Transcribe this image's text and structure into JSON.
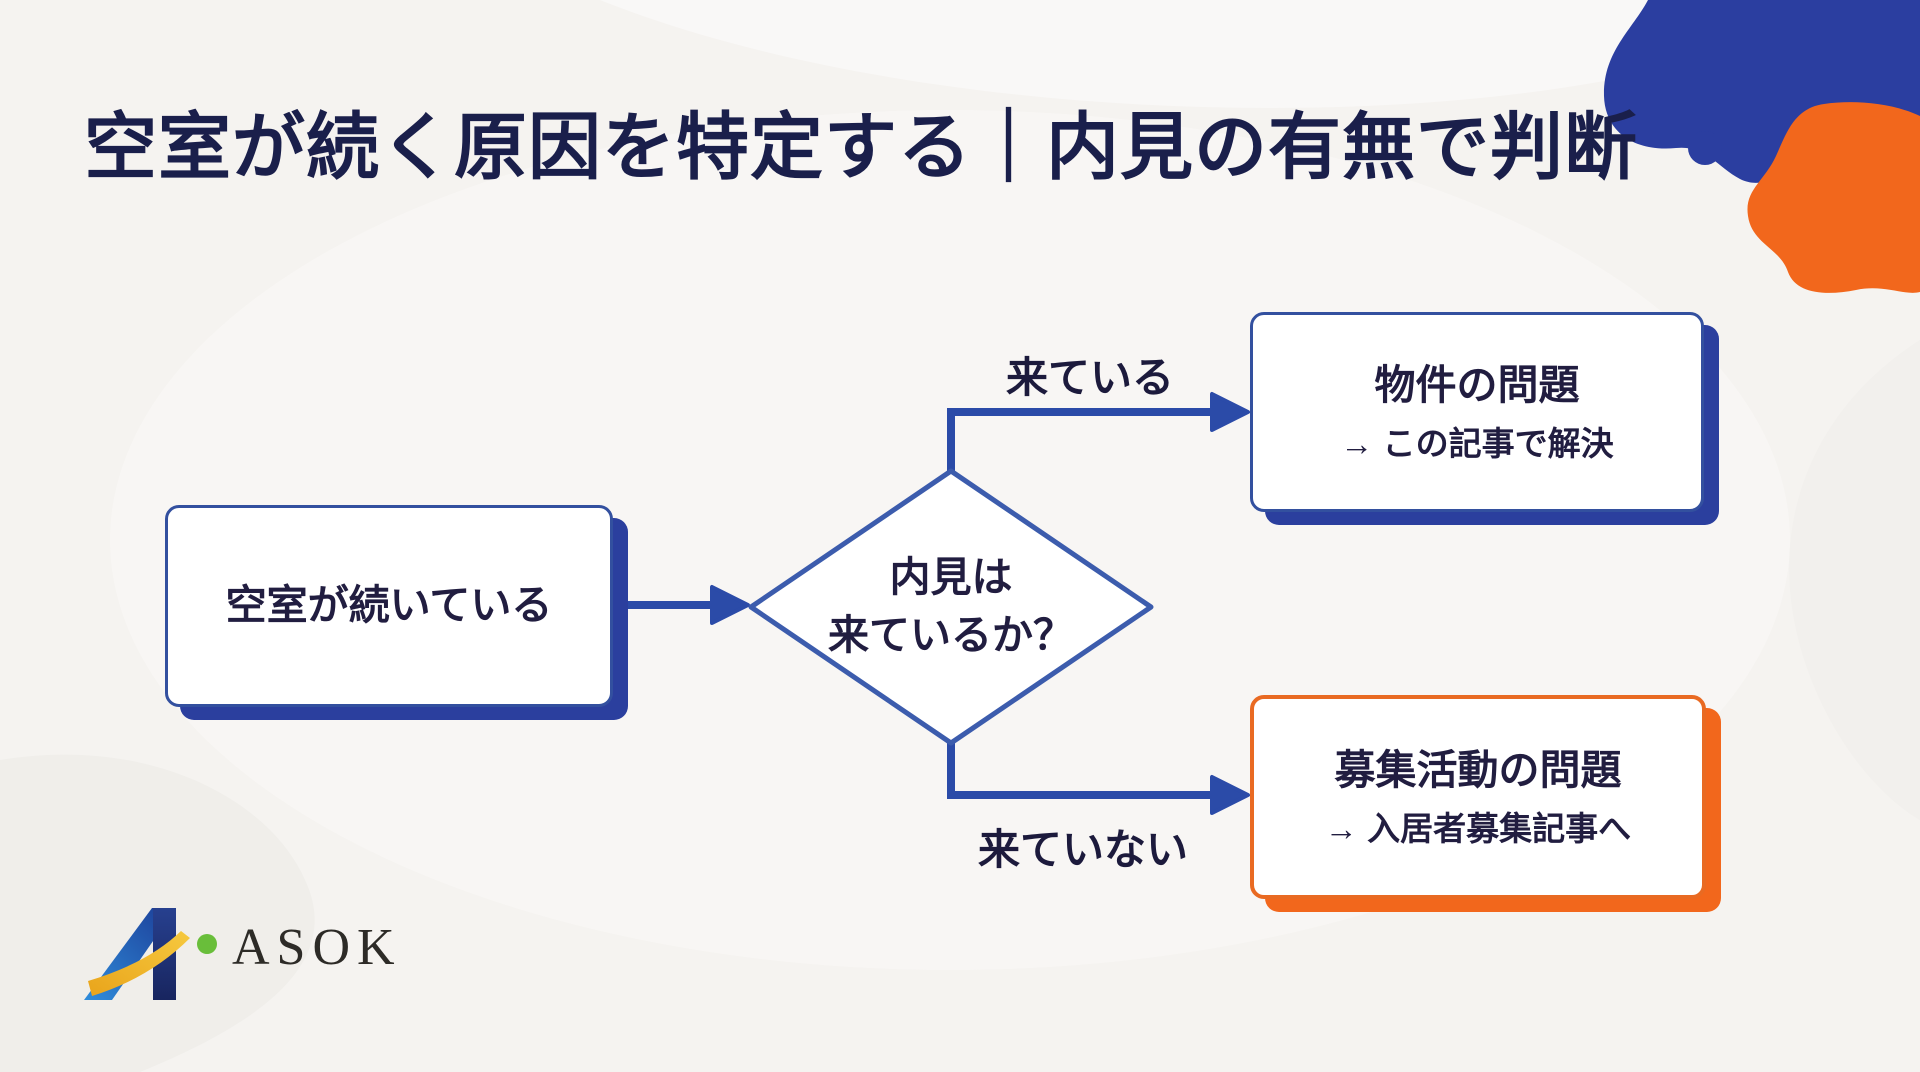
{
  "title": {
    "text": "空室が続く原因を特定する｜内見の有無で判断"
  },
  "flowchart": {
    "start_box": {
      "label": "空室が続いている"
    },
    "decision": {
      "line1": "内見は",
      "line2": "来ているか？"
    },
    "branch_yes": {
      "label": "来ている"
    },
    "branch_no": {
      "label": "来ていない"
    },
    "result_top": {
      "title": "物件の問題",
      "subtitle": "→ この記事で解決"
    },
    "result_bottom": {
      "title": "募集活動の問題",
      "subtitle": "→ 入居者募集記事へ"
    }
  },
  "logo": {
    "text": "ASOK"
  },
  "colors": {
    "background": "#f5f3f0",
    "title_navy": "#1a1f4b",
    "text_navy": "#211d40",
    "accent_royal_blue": "#2b3ea0",
    "arrow_blue": "#2b4ba8",
    "box_border_navy": "#33509f",
    "accent_orange": "#f2671c",
    "logo_green": "#69be3a",
    "logo_gold": "#efb125",
    "logo_blue": "#2f7cd6",
    "logo_navy": "#1d2c77"
  }
}
